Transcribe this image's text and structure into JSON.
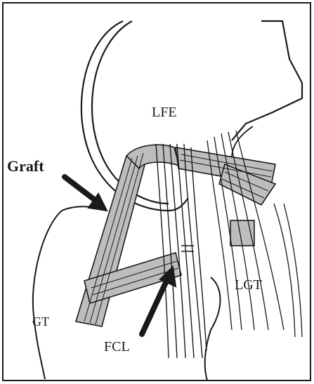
{
  "figure": {
    "labels": {
      "lfe": "LFE",
      "graft": "Graft",
      "gt": "GT",
      "fcl": "FCL",
      "lgt": "LGT"
    }
  },
  "colors": {
    "line": "#1a1a1a",
    "graft_fill": "#bdbdbd",
    "paper": "#ffffff"
  }
}
